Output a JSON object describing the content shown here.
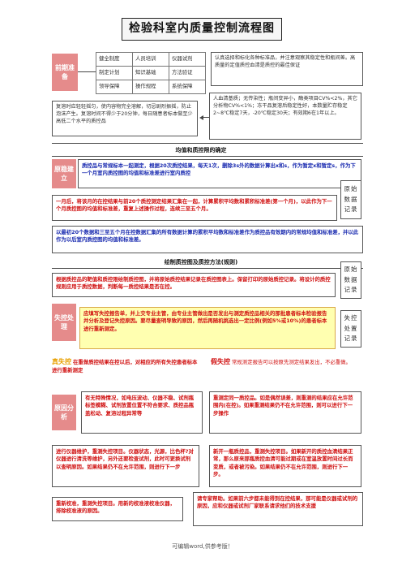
{
  "title": "检验科室内质量控制流程图",
  "prep": {
    "tag": "前期准备",
    "grid": [
      [
        "健全制度",
        "人员培训",
        "仪器试剂"
      ],
      [
        "制定计划",
        "知识基础",
        "方法验证"
      ],
      [
        "领导保障",
        "操作规程",
        "系统保障"
      ]
    ],
    "right_text": "认真选择和标化各种标准品，并注意观察其稳定性和瓶间差。高质量的定值质控血清是质控的最佳保证",
    "left_note": "复溶时应轻轻摇匀，使内容物完全溶解，切忌剧烈振摇，防止泡沫产生。复溶时间不得少于20分钟，每日随患者标本做至少高低二个水平的质控品",
    "right_note": "人血清基质；无传染性；瓶间变异小，酶类项目CV%<2%，其它分析物CV%<1%；冻干品复溶后稳定性好，本数量贮存稳定2~8℃稳定7天，-20℃稳定30天；有效期6在1年以上。"
  },
  "section1": {
    "heading": "均值和质控限的确定",
    "tag": "原稳建立",
    "text": "质控品与常规标本一起测定，根据20次质控结果，每天1次，删除3s外的数据计算出x和s，作为暂定x和暂定s，作为下一个月室内质控图的均值和标准差进行室内质控",
    "month_text": "一月后，将该月的在控结果与前20个质控测定结果汇集在一起，计算累积平均数和累积标准差(第一个月)，以此作为下一个月质控图的均值和标准差，重复上述操作过程，连续三至五个月。",
    "cumulative_text": "以最初20个数据和三至五个月在控数据汇集的所有数据计算的累积平均数和标准差作为质控品有效期内的常规均值和标准差，并以此作为以后室内质控图的均值和标准差。",
    "side1": "原始数据记录"
  },
  "section2": {
    "heading": "绘制质控图及质控方法(规则)",
    "text": "根据质控品的靶值和质控限绘制质控图，并将原始质控结果记录在质控图表上。保留打印的原始质控记录。将设计的质控规则应用于质控数据，判断每一质控结果是否在控。",
    "side2": "原始数据记录"
  },
  "oocontrol": {
    "tag": "失控处理",
    "text": "应填写失控报告单，并上交专业主管，由专业主管做出是否发出与测定质控品相关的那批患者标本检验报告并分析及登记失控原因。要尽量查明导致的原因，然后再随机挑选出一定比例(例如5%或10%)的患者标本进行重新测定。",
    "side3": "失控处置记录",
    "true_label": "真失控",
    "true_text": "在重做质控结果在控以后，对相应的所有失控患者标本进行重新测定",
    "false_label": "假失控",
    "false_text": "常规测定报告可以按原先测定结果发出，不必重做。"
  },
  "analysis": {
    "tag": "原因分析",
    "left_text": "有无特殊情况，如电压波动、仪器不稳、试剂瓶标签模糊、试剂放置位置不符合要求、质控品瓶盖松动、复溶过程异常等",
    "right_text": "重测定同一质控品。如是偶然误差，则重测的结果应在允许范围内(在控)。如果重测结果仍不在允许范围，则可以进行下一步操作",
    "step3_left": "进行仪器维护，重测失控项目。仪器状态，光源，比色杯?对仪器进行清洗等维护，另外还要检查试剂，此时可更换试剂以查明原因。如果结果仍不在允许范围，则进行下一步",
    "step3_right": "新开一瓶质控品，重测失控项目。如果新开的质控血清结果正常，那么原来那瓶质控血清可能过期或在室温放置时间过长而变质，或者被污染。如果结果仍不在允许范围，则进行下一步。",
    "step4_left": "重新校准，重测失控项目。用新的校准液校准仪器，排除校准液的原因。",
    "step4_right": "请专家帮助。如果前六步都未能得到在控结果，那可能是仪器或试剂的原因，应和仪器或试剂厂家联系请求他们的技术支援"
  },
  "footer": "可编辑word,供参考版！",
  "colors": {
    "tag_bg": "#e58b8b",
    "highlight": "#ffffb0",
    "red": "#d01010",
    "blue": "#1a2bb0"
  }
}
